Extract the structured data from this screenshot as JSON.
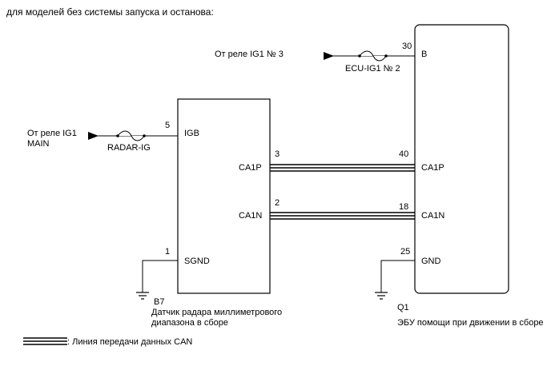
{
  "header": {
    "text": "для моделей без системы запуска и останова:"
  },
  "ecu": {
    "code": "Q1",
    "name": "ЭБУ помощи при движении в сборе",
    "pins": [
      {
        "num": "30",
        "label": "B"
      },
      {
        "num": "40",
        "label": "CA1P"
      },
      {
        "num": "18",
        "label": "CA1N"
      },
      {
        "num": "25",
        "label": "GND"
      }
    ]
  },
  "sensor": {
    "code": "B7",
    "name_line1": "Датчик радара миллиметрового",
    "name_line2": "диапазона в сборе",
    "pins": [
      {
        "num": "5",
        "label": "IGB"
      },
      {
        "num": "3",
        "label": "CA1P"
      },
      {
        "num": "2",
        "label": "CA1N"
      },
      {
        "num": "1",
        "label": "SGND"
      }
    ]
  },
  "sources": {
    "ig1_no3": "От реле IG1 № 3",
    "ig1_main_line1": "От реле IG1",
    "ig1_main_line2": "MAIN"
  },
  "fuses": {
    "ecu_ig1_no2": "ECU-IG1 № 2",
    "radar_ig": "RADAR-IG"
  },
  "legend": {
    "can_line": ": Линия передачи данных CAN"
  }
}
